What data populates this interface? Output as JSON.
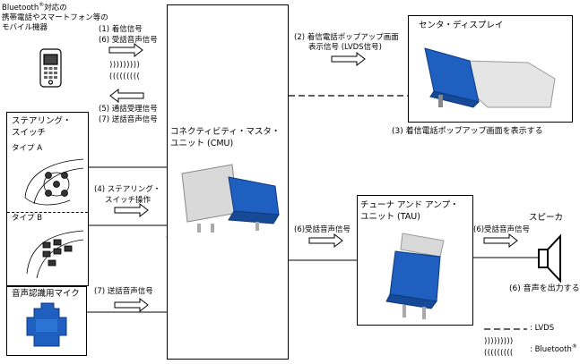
{
  "mobile": {
    "line1": "Bluetooth",
    "reg": "®",
    "line1_rest": "対応の",
    "line2": "携帯電話やスマートフォン等の",
    "line3": "モバイル機器"
  },
  "signals_top": {
    "s1": "(1) 着信信号",
    "s6": "(6) 受話音声信号",
    "s5": "(5) 通話受理信号",
    "s7": "(7) 送話音声信号"
  },
  "bt_waves": ")))))))))",
  "bt_waves_left": "(((((((((",
  "steering": {
    "title1": "ステアリング・",
    "title2": "スイッチ",
    "typeA": "タイプ A",
    "typeB": "タイプ B"
  },
  "steering_signal": {
    "line1": "(4) ステアリング・",
    "line2": "スイッチ操作"
  },
  "mic": {
    "title": "音声認識用マイク",
    "signal": "(7) 送話音声信号"
  },
  "cmu": {
    "line1": "コネクティビティ・マスタ・",
    "line2": "ユニット (CMU)"
  },
  "center_display": {
    "title": "センタ・ディスプレイ",
    "signal1": "(2) 着信電話ポップアップ画面",
    "signal2": "表示信号 (LVDS信号)",
    "caption": "(3) 着信電話ポップアップ画面を表示する"
  },
  "tau": {
    "line1": "チューナ アンド アンプ・",
    "line2": "ユニット (TAU)",
    "in_signal": "(6)受話音声信号"
  },
  "speaker": {
    "title": "スピーカ",
    "signal": "(6)受話音声信号",
    "caption": "(6) 音声を出力する"
  },
  "legend": {
    "lvds": ": LVDS",
    "bluetooth": ": Bluetooth",
    "reg": "®"
  },
  "colors": {
    "unit_blue": "#1f5fbf",
    "unit_gray": "#d9d9d9"
  }
}
